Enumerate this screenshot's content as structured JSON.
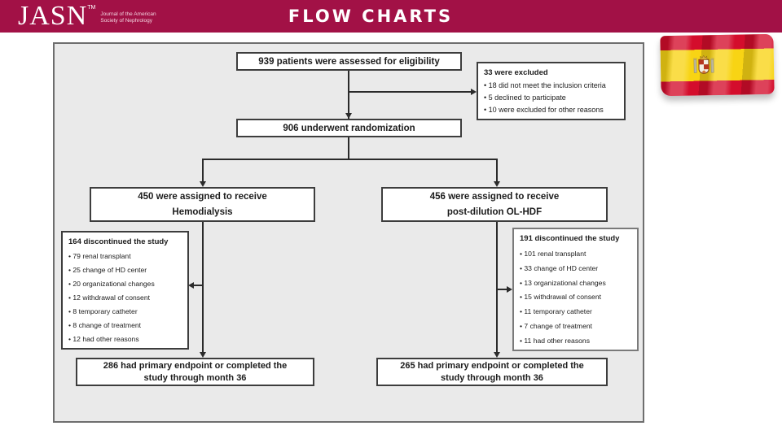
{
  "header": {
    "title": "FLOW CHARTS",
    "bg_color": "#a21146",
    "logo": {
      "text": "JASN",
      "tm": "TM",
      "tagline_line1": "Journal of the American",
      "tagline_line2": "Society of Nephrology"
    }
  },
  "flag": {
    "country": "Spain",
    "red": "#d40d2c",
    "yellow": "#f8d414"
  },
  "chart_data": {
    "type": "flowchart",
    "nodes": {
      "eligibility": {
        "text": "939 patients were assessed for eligibility"
      },
      "excluded": {
        "title": "33 were excluded",
        "items": [
          "18 did not meet  the inclusion criteria",
          "5 declined to participate",
          "10 were excluded for other reasons"
        ]
      },
      "randomization": {
        "text": "906 underwent randomization"
      },
      "assign_left": {
        "line1": "450 were assigned to receive",
        "line2": "Hemodialysis"
      },
      "assign_right": {
        "line1": "456 were assigned to receive",
        "line2": "post-dilution OL-HDF"
      },
      "disc_left": {
        "title": "164 discontinued the study",
        "items": [
          "79 renal transplant",
          "25 change of HD center",
          "20 organizational changes",
          "12 withdrawal of consent",
          "8 temporary catheter",
          "8 change of treatment",
          "12 had other reasons"
        ]
      },
      "disc_right": {
        "title": "191 discontinued the  study",
        "items": [
          "101 renal transplant",
          "33 change of HD center",
          "13 organizational changes",
          "15 withdrawal of consent",
          "11 temporary catheter",
          "7 change of treatment",
          "11 had other reasons"
        ]
      },
      "end_left": {
        "line1": "286 had primary endpoint or completed the",
        "line2": "study through month 36"
      },
      "end_right": {
        "line1": "265 had primary endpoint or completed the",
        "line2": "study through month 36"
      }
    },
    "edges": [
      "eligibility -> randomization",
      "eligibility -> excluded",
      "randomization -> assign_left",
      "randomization -> assign_right",
      "assign_left -> disc_left",
      "assign_left -> end_left",
      "assign_right -> disc_right",
      "assign_right -> end_right"
    ]
  }
}
